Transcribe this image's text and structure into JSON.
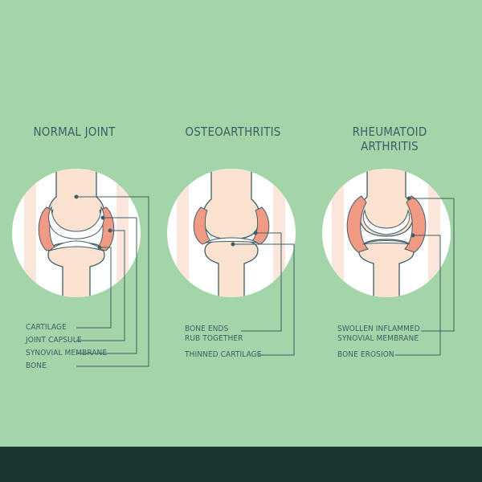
{
  "panels": [
    {
      "title": "NORMAL JOINT",
      "labels": [
        "CARTILAGE",
        "JOINT CAPSULE",
        "SYNOVIAL MEMBRANE",
        "BONE"
      ]
    },
    {
      "title": "OSTEOARTHRITIS",
      "labels": [
        "BONE ENDS",
        "RUB TOGETHER",
        "THINNED CARTILAGE"
      ]
    },
    {
      "title_line1": "RHEUMATOID",
      "title_line2": "ARTHRITIS",
      "labels": [
        "SWOLLEN INFLAMMED",
        "SYNOVIAL MEMBRANE",
        "BONE EROSION"
      ]
    }
  ],
  "colors": {
    "background": "#a3d5a9",
    "footer": "#1b3530",
    "outline": "#3f5d67",
    "bone": "#f9e3d0",
    "synovial": "#f29b84",
    "cartilage": "#ffffff",
    "circle": "#ffffff",
    "band": "#fbe6dc"
  }
}
